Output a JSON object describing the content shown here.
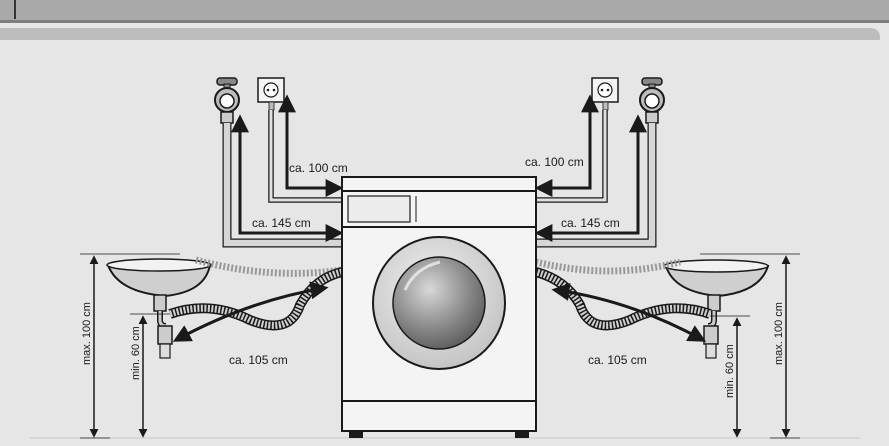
{
  "labels": {
    "cable_left": "ca. 100 cm",
    "cable_right": "ca. 100 cm",
    "inlet_left": "ca. 145 cm",
    "inlet_right": "ca. 145 cm",
    "drain_left": "ca. 105 cm",
    "drain_right": "ca. 105 cm",
    "max_left": "max. 100 cm",
    "max_right": "max. 100 cm",
    "min_left": "min. 60 cm",
    "min_right": "min. 60 cm"
  },
  "colors": {
    "header_bar": "#a9a9a9",
    "panel": "#e6e6e6",
    "outline": "#1a1a1a",
    "machine_fill": "#f4f4f4",
    "hose_fill": "#cfcfcf"
  }
}
